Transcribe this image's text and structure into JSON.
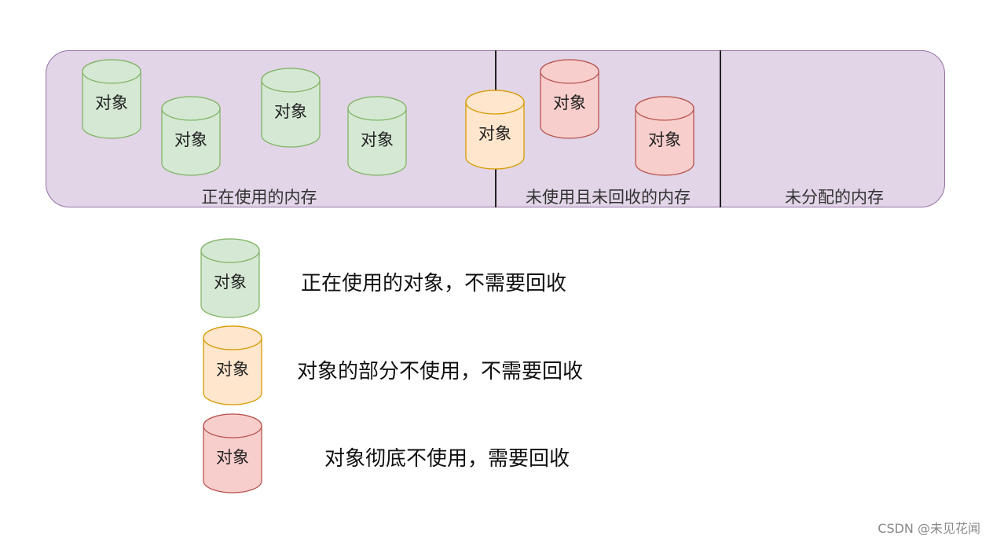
{
  "regions": [
    {
      "label": "正在使用的内存"
    },
    {
      "label": "未使用且未回收的内存"
    },
    {
      "label": "未分配的内存"
    }
  ],
  "object_label": "对象",
  "colors": {
    "green_fill": "#d5e8d4",
    "green_stroke": "#82b366",
    "orange_fill": "#ffe6cc",
    "orange_stroke": "#d79b00",
    "red_fill": "#f8cecc",
    "red_stroke": "#b85450",
    "memory_fill": "#e1d5e7",
    "memory_stroke": "#9673a6"
  },
  "objects": [
    {
      "type": "green"
    },
    {
      "type": "green"
    },
    {
      "type": "green"
    },
    {
      "type": "green"
    },
    {
      "type": "orange"
    },
    {
      "type": "red"
    },
    {
      "type": "red"
    }
  ],
  "legend": [
    {
      "type": "green",
      "text": "正在使用的对象，不需要回收"
    },
    {
      "type": "orange",
      "text": "对象的部分不使用，不需要回收"
    },
    {
      "type": "red",
      "text": "对象彻底不使用，需要回收"
    }
  ],
  "watermark": "CSDN @未见花闻"
}
